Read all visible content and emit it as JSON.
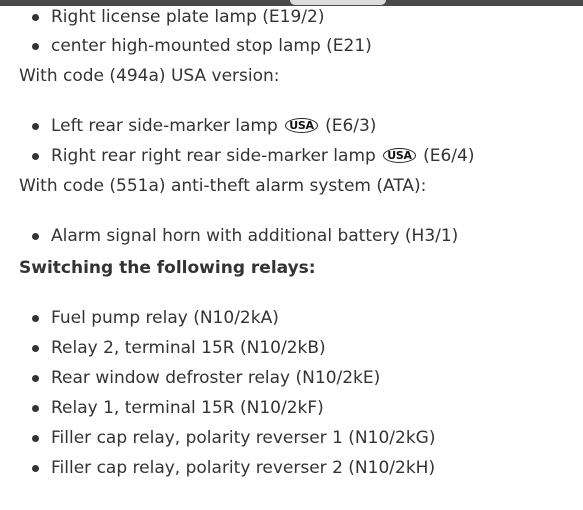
{
  "lamps_list_top": [
    "Right license plate lamp (E19/2)",
    "center high-mounted stop lamp (E21)"
  ],
  "usa_section": {
    "intro": "With code (494a) USA version:",
    "badge": "USA",
    "items": [
      {
        "before": "Left rear side-marker lamp",
        "after": "(E6/3)"
      },
      {
        "before": "Right rear right rear side-marker lamp",
        "after": "(E6/4)"
      }
    ]
  },
  "ata_section": {
    "intro": "With code (551a) anti-theft alarm system (ATA):",
    "items": [
      "Alarm signal horn with additional battery (H3/1)"
    ]
  },
  "relays_section": {
    "heading": "Switching the following relays:",
    "items": [
      "Fuel pump relay (N10/2kA)",
      "Relay 2, terminal 15R (N10/2kB)",
      "Rear window defroster relay (N10/2kE)",
      "Relay 1, terminal 15R (N10/2kF)",
      "Filler cap relay, polarity reverser 1 (N10/2kG)",
      "Filler cap relay, polarity reverser 2 (N10/2kH)"
    ]
  }
}
